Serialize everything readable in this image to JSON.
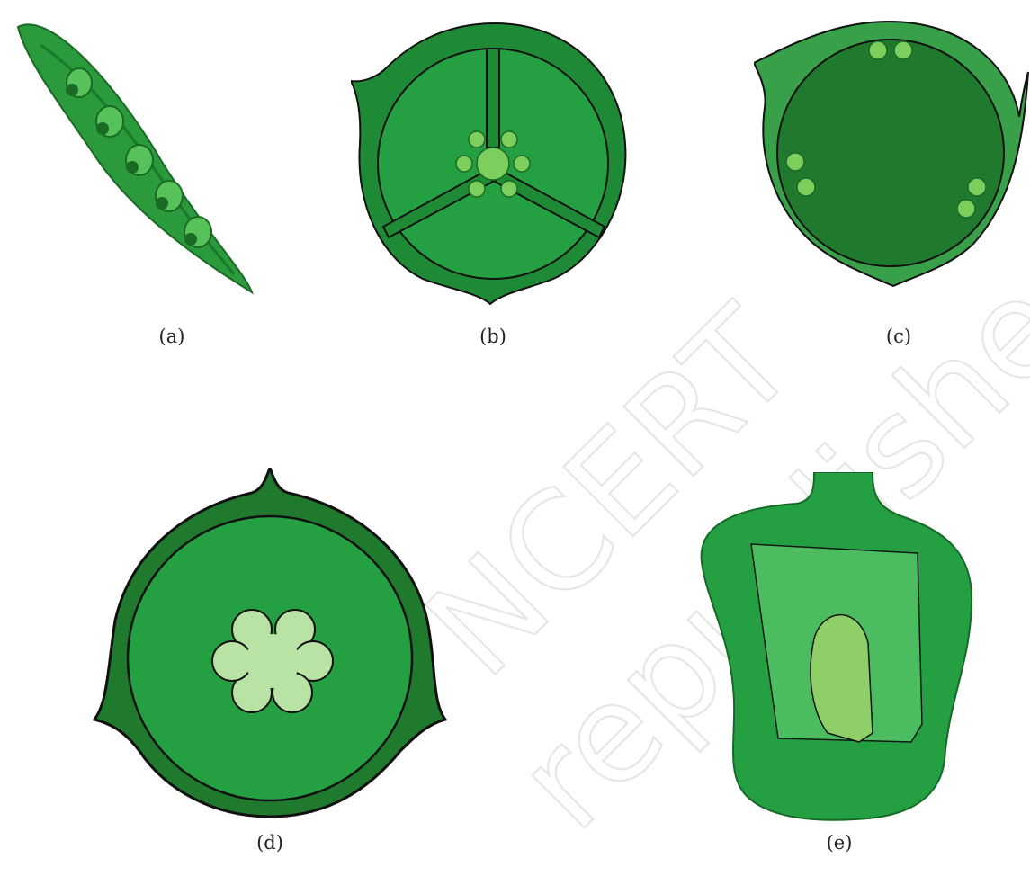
{
  "figure": {
    "panels": [
      {
        "id": "a",
        "label": "(a)"
      },
      {
        "id": "b",
        "label": "(b)"
      },
      {
        "id": "c",
        "label": "(c)"
      },
      {
        "id": "d",
        "label": "(d)"
      },
      {
        "id": "e",
        "label": "(e)"
      }
    ]
  },
  "watermark": {
    "symbol": "©",
    "line1": "NCERT",
    "line2": "republished"
  },
  "colors": {
    "dark_green": "#1f7a2e",
    "mid_green": "#24a043",
    "light_green": "#7ccf5c",
    "outline": "#111111"
  }
}
